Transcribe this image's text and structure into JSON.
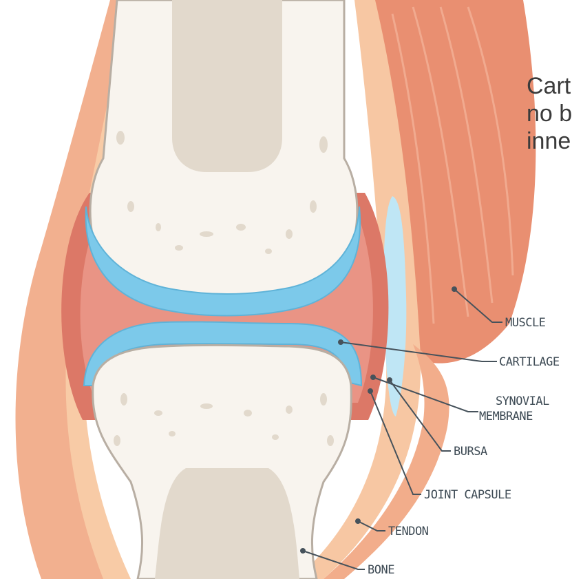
{
  "caption": {
    "lines": [
      "Carti",
      "no bl",
      "inner"
    ]
  },
  "labels": {
    "muscle": "MUSCLE",
    "cartilage": "CARTILAGE",
    "synovial_line1": "SYNOVIAL",
    "synovial_line2": "MEMBRANE",
    "bursa": "BURSA",
    "joint_capsule": "JOINT CAPSULE",
    "tendon": "TENDON",
    "bone": "BONE"
  },
  "colors": {
    "background": "#ffffff",
    "bone": "#f8f4ee",
    "bone_marrow": "#e2d9cc",
    "cartilage": "#7cc9ea",
    "synovial": "#dc7867",
    "muscle": "#ea9476",
    "tendon": "#f7c59e",
    "bursa": "#bfe6f5",
    "leader": "#46525b"
  }
}
